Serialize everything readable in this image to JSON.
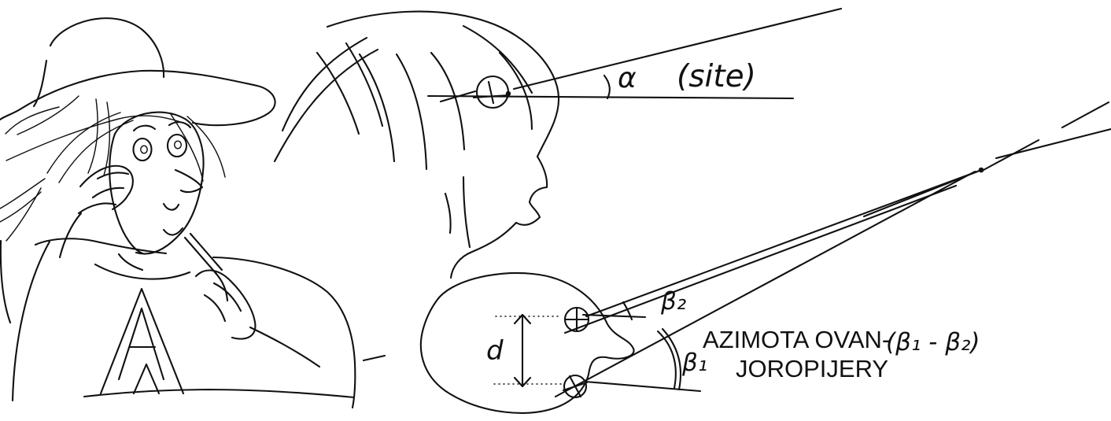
{
  "diagram": {
    "labels": {
      "alpha": "α",
      "alpha_note": "(site)",
      "beta_two": "β₂",
      "beta_one": "β₁",
      "d": "d",
      "azimuth_line_1": "AZIMOTA OVAN-",
      "azimuth_line_2": "JOROPIJERY",
      "difference": "(β₁ - β₂)"
    },
    "colors": {
      "ink": "#111111",
      "paper": "#ffffff"
    }
  }
}
